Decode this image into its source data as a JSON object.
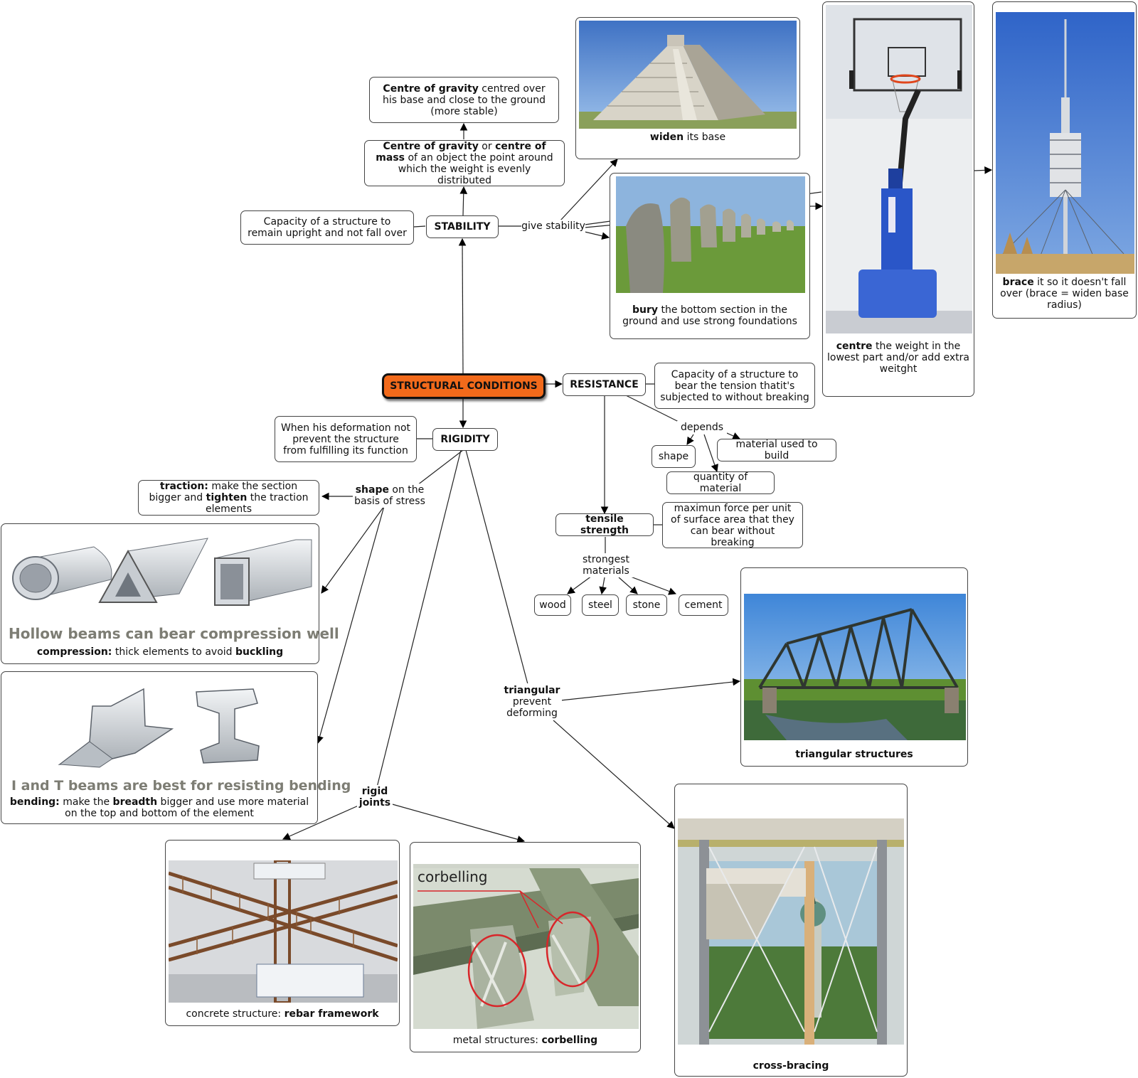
{
  "root": "STRUCTURAL CONDITIONS",
  "stability": {
    "label": "STABILITY",
    "definition": "Capacity of a structure to remain upright and not fall over",
    "cog": {
      "t1": "Centre of gravity",
      "t2": " or ",
      "t3": "centre of mass",
      "t4": " of an object the point around which the weight is evenly distributed"
    },
    "cog_detail": {
      "b": "Centre of gravity",
      "r": " centred over his base and close to the ground (more stable)"
    },
    "link": "give stability",
    "widen": {
      "b": "widen",
      "r": " its base"
    },
    "bury": {
      "b": "bury",
      "r": " the bottom section in the ground and use strong foundations"
    },
    "centre": {
      "b": "centre",
      "r": " the weight in the lowest part and/or add extra weitght"
    },
    "brace": {
      "b": "brace",
      "r": " it so it doesn't fall over (brace = widen base radius)"
    }
  },
  "resistance": {
    "label": "RESISTANCE",
    "definition": "Capacity of a structure to bear the tension thatit's subjected to without breaking",
    "depends": "depends",
    "shape": "shape",
    "material": "material used to build",
    "quantity": "quantity of material",
    "tensile": "tensile strength",
    "tensile_def": "maximun force per unit of surface area that they can bear without breaking",
    "strongest": "strongest materials",
    "materials": [
      "wood",
      "steel",
      "stone",
      "cement"
    ]
  },
  "rigidity": {
    "label": "RIGIDITY",
    "definition": "When his deformation not prevent the structure from fulfilling its function",
    "shape_stress": {
      "b": "shape",
      "r": " on the basis of stress"
    },
    "traction": {
      "b1": "traction:",
      "r1": " make the section bigger and ",
      "b2": "tighten",
      "r2": " the traction elements"
    },
    "hollow_title": "Hollow beams can bear compression well",
    "compression": {
      "b1": "compression:",
      "r1": " thick elements to avoid ",
      "b2": "buckling"
    },
    "it_title": "I and T beams are best for resisting bending",
    "bending": {
      "b1": "bending:",
      "r1": " make the ",
      "b2": "breadth",
      "r2": " bigger and use more material on the top and bottom of the element"
    },
    "triangular": {
      "b": "triangular",
      "r": " prevent deforming"
    },
    "triangular_caption": "triangular structures",
    "cross_caption": "cross-bracing",
    "rigid": "rigid joints",
    "rebar": {
      "r": "concrete structure: ",
      "b": "rebar framework"
    },
    "metal": {
      "r": "metal structures: ",
      "b": "corbelling"
    },
    "corbelling_label": "corbelling"
  },
  "colors": {
    "root_fill": "#f26a1b",
    "border": "#444444",
    "sky": "#6f9fd6",
    "grass": "#6b9a3a",
    "steel": "#4d5a44"
  }
}
